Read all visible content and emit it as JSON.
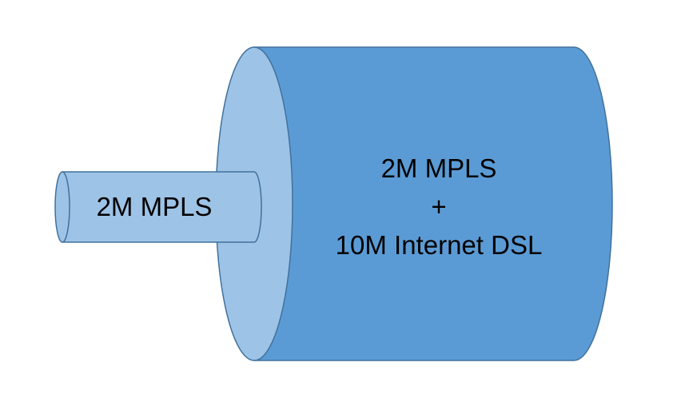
{
  "small_pipe": {
    "label": "2M MPLS"
  },
  "large_pipe": {
    "line1": "2M MPLS",
    "line2": "+",
    "line3": "10M Internet DSL"
  },
  "colors": {
    "large_body": "#5b9bd5",
    "end_cap": "#9dc3e6",
    "outline": "#41719c"
  }
}
